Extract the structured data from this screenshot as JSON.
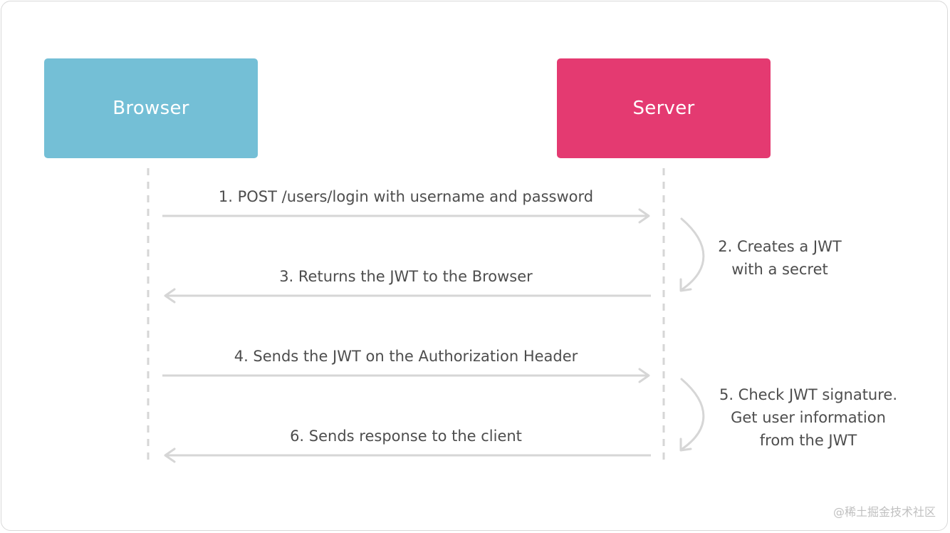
{
  "participants": {
    "browser": {
      "label": "Browser",
      "color": "#74bfd6"
    },
    "server": {
      "label": "Server",
      "color": "#e43a71"
    }
  },
  "messages": [
    {
      "text": "1. POST /users/login with username and password",
      "direction": "browser-to-server"
    },
    {
      "text": "3. Returns the JWT to the Browser",
      "direction": "server-to-browser"
    },
    {
      "text": "4. Sends the JWT on the Authorization Header",
      "direction": "browser-to-server"
    },
    {
      "text": "6. Sends response to the client",
      "direction": "server-to-browser"
    }
  ],
  "server_notes": [
    {
      "lines": [
        "2. Creates a JWT",
        "with a secret"
      ]
    },
    {
      "lines": [
        "5. Check JWT signature.",
        "Get user information",
        "from the JWT"
      ]
    }
  ],
  "watermark": "@稀土掘金技术社区",
  "colors": {
    "arrow": "#d6d6d6",
    "text": "#4d4d4d",
    "lifeline": "#d6d6d6"
  }
}
